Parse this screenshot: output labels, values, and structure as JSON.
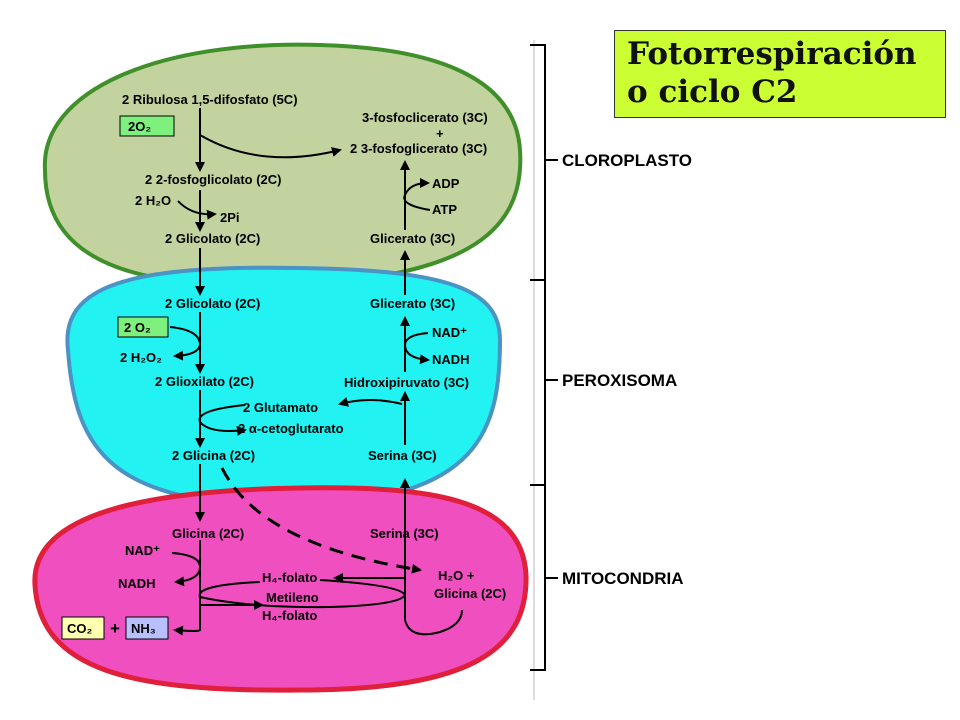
{
  "title": {
    "line1": "Fotorrespiración",
    "line2": "o ciclo C2"
  },
  "compartments": {
    "chloroplast": "CLOROPLASTO",
    "peroxisome": "PEROXISOMA",
    "mitochondria": "MITOCONDRIA"
  },
  "colors": {
    "chloroplast_fill": "#c3d39f",
    "chloroplast_border": "#3f8f2a",
    "peroxisome_fill": "#22f2f2",
    "peroxisome_border": "#4a93c4",
    "mitochondria_fill": "#f04fbf",
    "mitochondria_border": "#e0203a",
    "o2_box": "#7ef07e",
    "co2_box": "#ffffb0",
    "nh3_box": "#b8c0ff",
    "title_bg": "#ccff33"
  },
  "chloroplast": {
    "rubp": "2 Ribulosa 1,5-difosfato (5C)",
    "o2": "2O₂",
    "pg3a": "3-fosfoclicerato (3C)",
    "plus": "+",
    "pg3b": "2 3-fosfoglicerato (3C)",
    "pglycolate": "2 2-fosfoglicolato (2C)",
    "h2o": "2 H₂O",
    "pi": "2Pi",
    "glycolate": "2 Glicolato (2C)",
    "adp": "ADP",
    "atp": "ATP",
    "glycerate": "Glicerato (3C)"
  },
  "peroxisome": {
    "glycolate": "2 Glicolato (2C)",
    "o2": "2 O₂",
    "h2o2": "2 H₂O₂",
    "glyoxylate": "2 Glioxilato (2C)",
    "glutamate": "2 Glutamato",
    "ketoglutarate": "2 α-cetoglutarato",
    "glycine": "2 Glicina (2C)",
    "glycerate": "Glicerato (3C)",
    "nad": "NAD⁺",
    "nadh": "NADH",
    "hydroxypyruvate": "Hidroxipiruvato (3C)",
    "serine": "Serina (3C)"
  },
  "mitochondria": {
    "glycine": "Glicina (2C)",
    "nad": "NAD⁺",
    "nadh": "NADH",
    "co2": "CO₂",
    "plus": "+",
    "nh3": "NH₃",
    "thf": "H₄-folato",
    "methylene1": "Metileno",
    "methylene2": "H₄-folato",
    "serine": "Serina (3C)",
    "h2o": "H₂O +",
    "glycine2": "Glicina (2C)"
  }
}
